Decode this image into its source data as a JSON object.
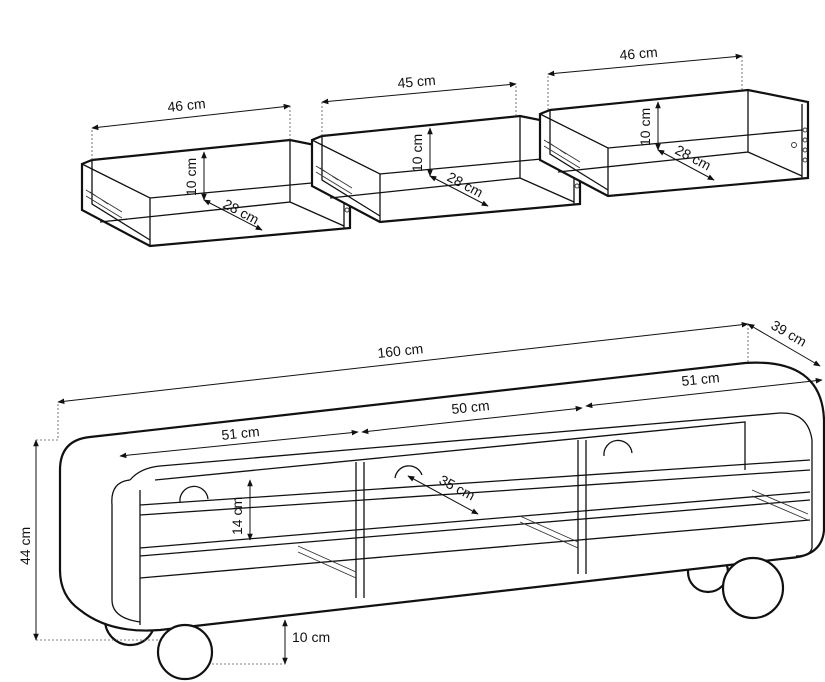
{
  "drawers": [
    {
      "width": "46 cm",
      "height": "10 cm",
      "depth": "28 cm"
    },
    {
      "width": "45 cm",
      "height": "10 cm",
      "depth": "28 cm"
    },
    {
      "width": "46 cm",
      "height": "10 cm",
      "depth": "28 cm"
    }
  ],
  "cabinet": {
    "total_width": "160 cm",
    "depth": "39 cm",
    "height": "44 cm",
    "leg_height": "10 cm",
    "compartments": [
      "51 cm",
      "50 cm",
      "51 cm"
    ],
    "shelf_height": "14 cm",
    "cutout_diameter": "35 cm"
  }
}
